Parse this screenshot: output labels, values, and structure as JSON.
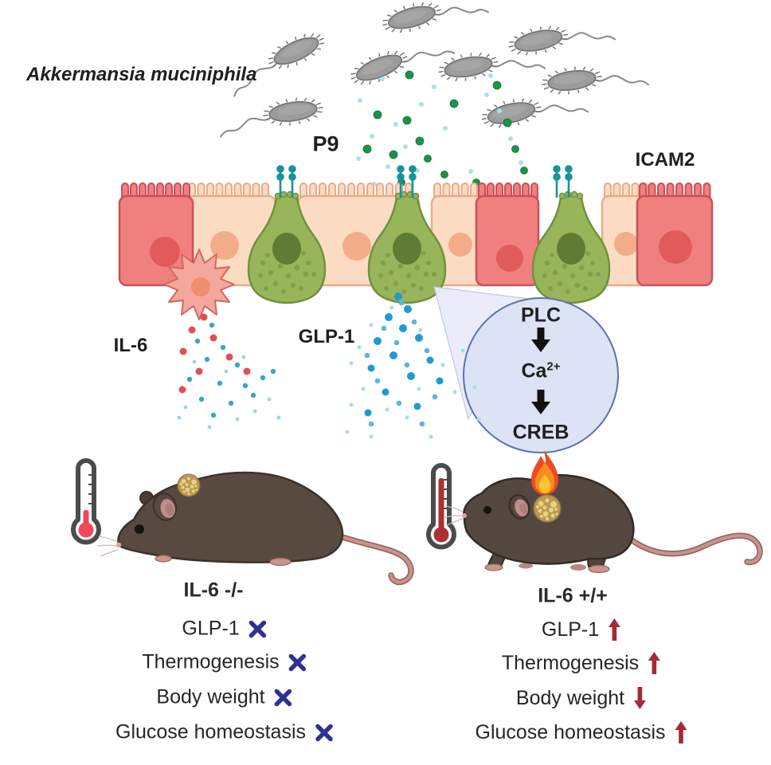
{
  "figure": {
    "organism_label": "Akkermansia muciniphila",
    "protein_label": "P9",
    "receptor_label": "ICAM2",
    "cytokine_label": "IL-6",
    "hormone_label": "GLP-1"
  },
  "pathway": {
    "step1": "PLC",
    "step2_base": "Ca",
    "step2_sup": "2+",
    "step3": "CREB"
  },
  "left_group": {
    "genotype_label": "IL-6 -/-",
    "mark_icon": "cross",
    "mark_color": "#2E3192",
    "items": [
      {
        "label": "GLP-1",
        "mark": "cross"
      },
      {
        "label": "Thermogenesis",
        "mark": "cross"
      },
      {
        "label": "Body weight",
        "mark": "cross"
      },
      {
        "label": "Glucose homeostasis",
        "mark": "cross"
      }
    ]
  },
  "right_group": {
    "genotype_label": "IL-6 +/+",
    "arrow_color": "#A62939",
    "items": [
      {
        "label": "GLP-1",
        "direction": "up"
      },
      {
        "label": "Thermogenesis",
        "direction": "up"
      },
      {
        "label": "Body weight",
        "direction": "down"
      },
      {
        "label": "Glucose homeostasis",
        "direction": "up"
      }
    ]
  },
  "icons": {
    "bacterium": "spiky-rod-with-flagellum",
    "icam2_receptor": "teal-stem-two-beads",
    "immune_cell": "spiky-star-cell",
    "zoom_callout": "magnified-circle",
    "thermometer_low": "thermometer-low-red",
    "thermometer_high": "thermometer-high-dark-red",
    "flame": "flame",
    "brown_fat": "dotted-tan-patch",
    "cross_mark": "blue-x-cross",
    "trend_arrow": "dark-red-arrow",
    "pathway_arrow": "black-down-arrow"
  },
  "colors": {
    "bacteria_gray": "#9C9C9C",
    "p9_dot_green": "#1D9348",
    "p9_dot_blue": "#B2DDE9",
    "receptor_teal": "#17939A",
    "enterocyte_peach": "#FBDCC3",
    "epithelial_red": "#F0807E",
    "l_cell_green": "#98B55A",
    "glp1_blue": "#209BCE",
    "il6_red": "#E05053",
    "callout_fill": "#DCE3F5",
    "callout_border": "#5C6FB0",
    "cross": "#2E3192",
    "trend_arrow": "#A62939",
    "flame_orange": "#F78D1F",
    "thermometer_low_mercury": "#F5455C",
    "thermometer_high_mercury": "#AE3031"
  }
}
